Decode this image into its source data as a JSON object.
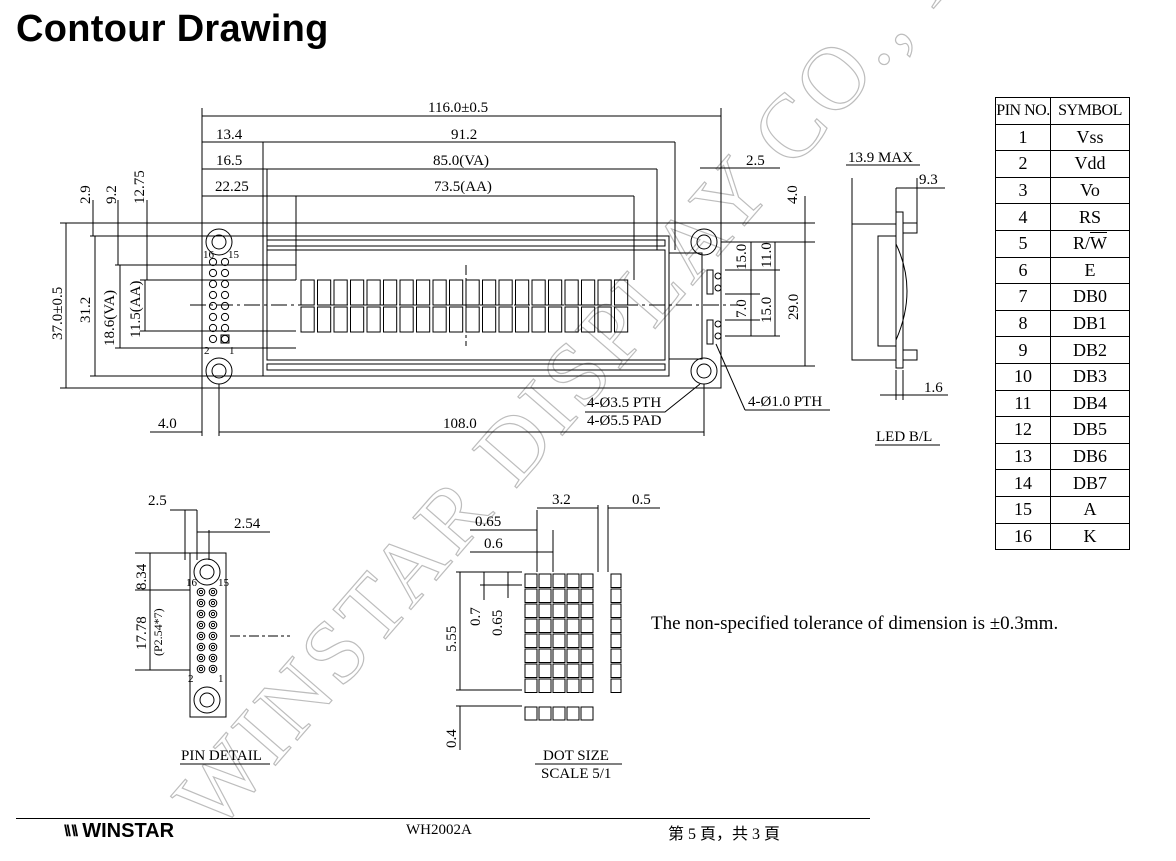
{
  "title": "Contour Drawing",
  "watermark": "WINSTAR DISPLAY CO., LTD",
  "dimensions": {
    "overall_width": "116.0±0.5",
    "d13_4": "13.4",
    "d91_2": "91.2",
    "d16_5": "16.5",
    "d85_va": "85.0(VA)",
    "d2_5": "2.5",
    "d22_25": "22.25",
    "d73_5_aa": "73.5(AA)",
    "d4_0_top": "4.0",
    "d2_9": "2.9",
    "d9_2": "9.2",
    "d12_75": "12.75",
    "d37_0": "37.0±0.5",
    "d31_2": "31.2",
    "d18_6_va": "18.6(VA)",
    "d11_5_aa": "11.5(AA)",
    "d15_0a": "15.0",
    "d11_0": "11.0",
    "d7_0": "7.0",
    "d15_0b": "15.0",
    "d29_0": "29.0",
    "pth35": "4-Ø3.5 PTH",
    "pad55": "4-Ø5.5 PAD",
    "pth10": "4-Ø1.0 PTH",
    "d4_0_bottom": "4.0",
    "d108_0": "108.0",
    "max139": "13.9 MAX",
    "d9_3": "9.3",
    "d1_6": "1.6",
    "pin_label_16": "16",
    "pin_label_15": "15",
    "pin_label_2": "2",
    "pin_label_1": "1"
  },
  "side_view": {
    "label": "LED B/L"
  },
  "pin_detail": {
    "d2_5": "2.5",
    "d2_54": "2.54",
    "d8_34": "8.34",
    "d17_78": "17.78",
    "p_note": "(P2.54*7)",
    "label": "PIN DETAIL",
    "pin16": "16",
    "pin15": "15",
    "pin2": "2",
    "pin1": "1"
  },
  "dot_size": {
    "d3_2": "3.2",
    "d0_5": "0.5",
    "d0_65a": "0.65",
    "d0_6": "0.6",
    "d5_55": "5.55",
    "d0_7": "0.7",
    "d0_65b": "0.65",
    "d0_4": "0.4",
    "label": "DOT SIZE",
    "scale": "SCALE 5/1"
  },
  "pin_table": {
    "headers": [
      "PIN NO.",
      "SYMBOL"
    ],
    "rows": [
      {
        "no": "1",
        "sym": "Vss"
      },
      {
        "no": "2",
        "sym": "Vdd"
      },
      {
        "no": "3",
        "sym": "Vo"
      },
      {
        "no": "4",
        "sym": "RS"
      },
      {
        "no": "5",
        "sym": "R/W"
      },
      {
        "no": "6",
        "sym": "E"
      },
      {
        "no": "7",
        "sym": "DB0"
      },
      {
        "no": "8",
        "sym": "DB1"
      },
      {
        "no": "9",
        "sym": "DB2"
      },
      {
        "no": "10",
        "sym": "DB3"
      },
      {
        "no": "11",
        "sym": "DB4"
      },
      {
        "no": "12",
        "sym": "DB5"
      },
      {
        "no": "13",
        "sym": "DB6"
      },
      {
        "no": "14",
        "sym": "DB7"
      },
      {
        "no": "15",
        "sym": "A"
      },
      {
        "no": "16",
        "sym": "K"
      }
    ]
  },
  "tolerance_note": "The non-specified tolerance of dimension is ±0.3mm.",
  "footer": {
    "brand": "WINSTAR",
    "brand_mark": "\\\\ \\\\",
    "model": "WH2002A",
    "page": "第 5 頁，共 3 頁"
  }
}
